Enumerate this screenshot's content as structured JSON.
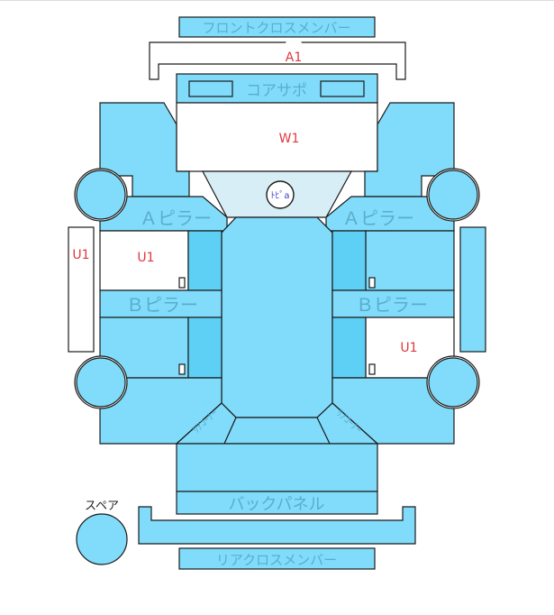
{
  "parts": {
    "front_cross_member": "フロントクロスメンバー",
    "core_support": "コアサポ",
    "a_pillar_left": "Ａピラー",
    "a_pillar_right": "Ａピラー",
    "b_pillar_left": "Ｂピラー",
    "b_pillar_right": "Ｂピラー",
    "back_panel": "バックパネル",
    "rear_cross_member": "リアクロスメンバー",
    "spare": "スペア",
    "top_center": "ﾄﾋﾟa",
    "rear_corner_left": "ﾘｱｺｰﾅｰ",
    "rear_corner_right": "ﾘｱｺｰﾅｰ"
  },
  "marks": {
    "a1": "A1",
    "w1": "W1",
    "u1_outer_left": "U1",
    "u1_left_door": "U1",
    "u1_right_door": "U1"
  },
  "colors": {
    "panel": "#80dcfa",
    "panel_dark": "#5fd0f5",
    "label": "#5aaccc",
    "mark": "#e0393e"
  }
}
